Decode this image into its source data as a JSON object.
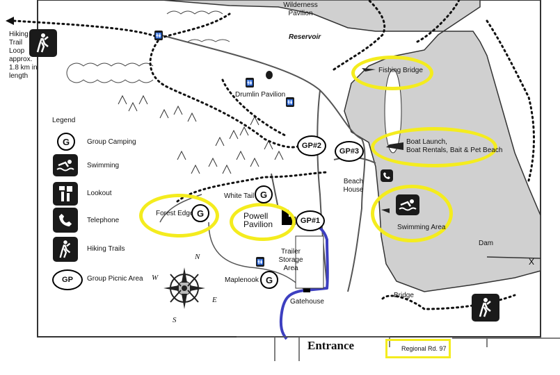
{
  "labels": {
    "wilderness_pavilion": "Wilderness\nPavilion",
    "reservoir": "Reservoir",
    "fishing_bridge": "Fishing Bridge",
    "drumlin_pavilion": "Drumlin Pavilion",
    "boat_launch": "Boat Launch,\nBoat Rentals, Bait & Pet Beach",
    "beach_house": "Beach\nHouse",
    "white_tail": "White Tail",
    "forest_edge": "Forest Edge",
    "powell_pavilion": "Powell\nPavilion",
    "swimming_area": "Swimming Area",
    "dam": "Dam",
    "trailer_storage": "Trailer\nStorage\nArea",
    "maplenook": "Maplenook",
    "gatehouse": "Gatehouse",
    "bridge": "Bridge",
    "entrance": "Entrance",
    "regional_rd": "Regional Rd. 97",
    "hiking_trail_note": "Hiking\nTrail\nLoop\napprox.\n1.8 km in\nlength"
  },
  "picnic_areas": [
    "GP#2",
    "GP#3",
    "GP#1"
  ],
  "group_camping_letter": "G",
  "legend": {
    "title": "Legend",
    "items": [
      {
        "icon": "group-camping-icon",
        "symbol": "G",
        "label": "Group Camping"
      },
      {
        "icon": "swimming-icon",
        "label": "Swimming"
      },
      {
        "icon": "lookout-icon",
        "label": "Lookout"
      },
      {
        "icon": "telephone-icon",
        "label": "Telephone"
      },
      {
        "icon": "hiking-icon",
        "label": "Hiking Trails"
      },
      {
        "icon": "group-picnic-icon",
        "symbol": "GP",
        "label": "Group Picnic Area"
      }
    ]
  },
  "compass": {
    "n": "N",
    "e": "E",
    "s": "S",
    "w": "W"
  },
  "colors": {
    "highlight": "#f4ec1e",
    "route": "#3d3fc0",
    "water": "#d0d0d0",
    "trail": "#111111"
  }
}
